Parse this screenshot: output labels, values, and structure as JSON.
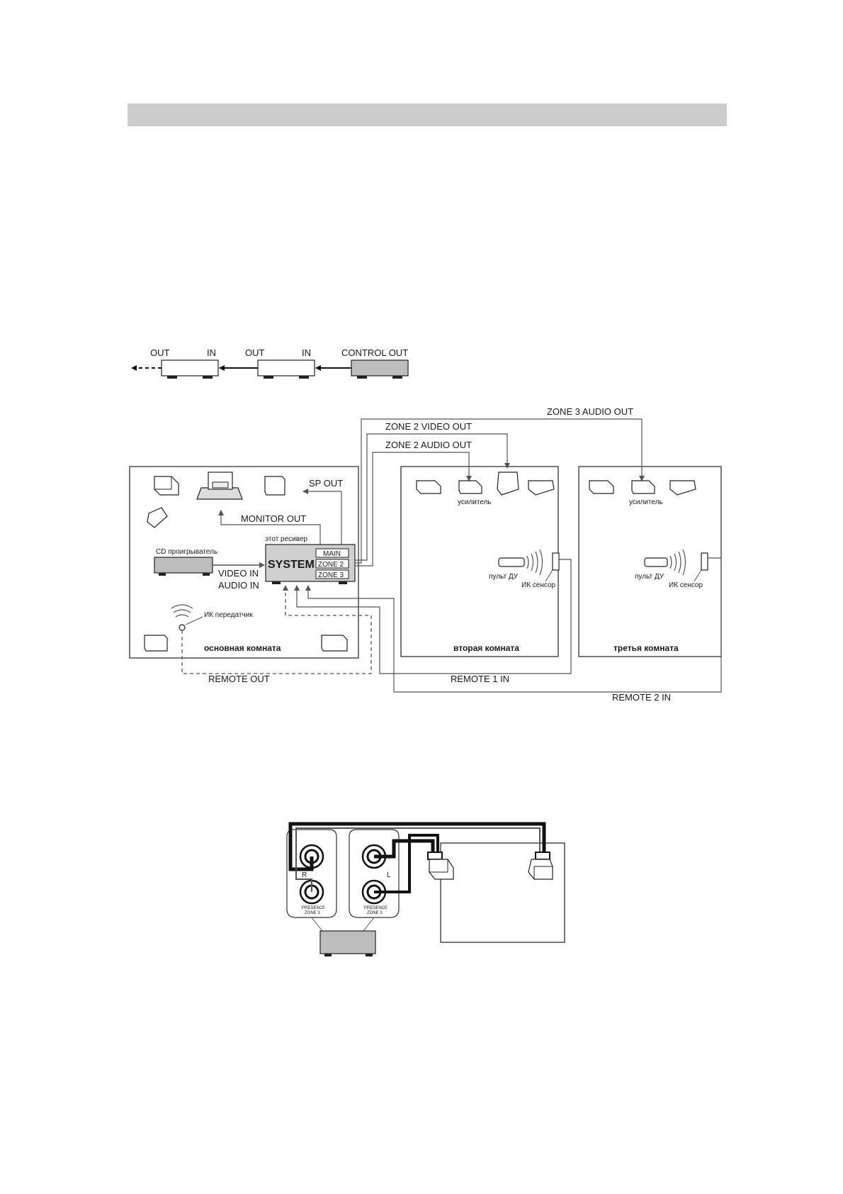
{
  "header": {
    "text": ""
  },
  "chain": {
    "out1": "OUT",
    "in1": "IN",
    "out2": "OUT",
    "in2": "IN",
    "control_out": "CONTROL OUT"
  },
  "multizone": {
    "zone3_audio_out": "ZONE 3 AUDIO OUT",
    "zone2_video_out": "ZONE 2 VIDEO OUT",
    "zone2_audio_out": "ZONE 2 AUDIO OUT",
    "sp_out": "SP OUT",
    "monitor_out": "MONITOR OUT",
    "receiver_caption": "этот ресивер",
    "system": "SYSTEM",
    "main": "MAIN",
    "zone2": "ZONE 2",
    "zone3": "ZONE 3",
    "cd_player": "CD проигрыватель",
    "video_in": "VIDEO IN",
    "audio_in": "AUDIO IN",
    "ir_transmitter": "ИК передатчик",
    "main_room": "основная комната",
    "amp2": "усилитель",
    "remote2": "пульт ДУ",
    "ir_sensor2": "ИК сенсор",
    "second_room": "вторая комната",
    "amp3": "усилитель",
    "remote3": "пульт ДУ",
    "ir_sensor3": "ИК сенсор",
    "third_room": "третья комната",
    "remote_out": "REMOTE OUT",
    "remote1_in": "REMOTE 1 IN",
    "remote2_in": "REMOTE 2 IN"
  },
  "terminals": {
    "plus_r": "+",
    "minus_r": "−",
    "r_mark": "R",
    "plus_l": "+",
    "minus_l": "−",
    "l_mark": "L",
    "presence_r": "PRESENCE",
    "zone_r": "ZONE 3",
    "presence_l": "PRESENCE",
    "zone_l": "ZONE 3"
  }
}
